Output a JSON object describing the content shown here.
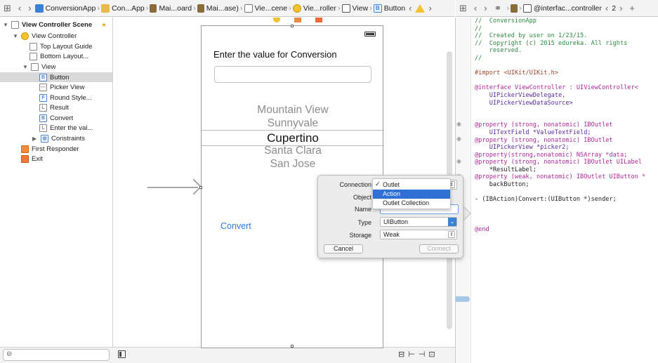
{
  "jumpbar": {
    "crumbs": [
      "ConversionApp",
      "Con...App",
      "Mai...oard",
      "Mai...ase)",
      "Vie...cene",
      "Vie...roller",
      "View",
      "Button"
    ]
  },
  "jumpbar2": {
    "crumb": "@interfac...controller",
    "counter": "2"
  },
  "outline": {
    "scene_title": "View Controller Scene",
    "items": [
      "View Controller",
      "Top Layout Guide",
      "Bottom Layout...",
      "View",
      "Button",
      "Picker View",
      "Round Style...",
      "Result",
      "Convert",
      "Enter the val...",
      "Constraints",
      "First Responder",
      "Exit"
    ],
    "icon_letters": [
      "B",
      "F",
      "L",
      "B",
      "L"
    ]
  },
  "scene": {
    "label": "Enter the value for Conversion",
    "picker": [
      "Mountain View",
      "Sunnyvale",
      "Cupertino",
      "Santa Clara",
      "San Jose"
    ],
    "convert_button": "Convert"
  },
  "popover": {
    "labels": {
      "connection": "Connection",
      "object": "Object",
      "name": "Name",
      "type": "Type",
      "storage": "Storage"
    },
    "type_value": "UIButton",
    "storage_value": "Weak",
    "cancel": "Cancel",
    "connect": "Connect",
    "menu": {
      "check": "✓",
      "items": [
        "Outlet",
        "Action",
        "Outlet Collection"
      ]
    }
  },
  "code": {
    "lines": [
      [
        "c-comment",
        "//  ConversionApp"
      ],
      [
        "c-comment",
        "//"
      ],
      [
        "c-comment",
        "//  Created by user on 1/23/15."
      ],
      [
        "c-comment",
        "//  Copyright (c) 2015 edureka. All rights"
      ],
      [
        "c-comment",
        "    reserved."
      ],
      [
        "c-comment",
        "//"
      ],
      [
        "c-plain",
        ""
      ],
      [
        "c-pre",
        "#import <UIKit/UIKit.h>"
      ],
      [
        "c-plain",
        ""
      ],
      [
        "c-kw",
        "@interface ViewController : UIViewController<"
      ],
      [
        "c-type",
        "    UIPickerViewDelegate,"
      ],
      [
        "c-type",
        "    UIPickerViewDataSource>"
      ],
      [
        "c-plain",
        ""
      ],
      [
        "c-plain",
        ""
      ],
      [
        "c-kw",
        "@property (strong, nonatomic) IBOutlet"
      ],
      [
        "c-type",
        "    UITextField *ValueTextField;"
      ],
      [
        "c-kw",
        "@property (strong, nonatomic) IBOutlet"
      ],
      [
        "c-type",
        "    UIPickerView *picker2;"
      ],
      [
        "c-kw",
        "@property(strong,nonatomic) NSArray *data;"
      ],
      [
        "c-kw",
        "@property (strong, nonatomic) IBOutlet UILabel"
      ],
      [
        "c-plain",
        "    *ResultLabel;"
      ],
      [
        "c-kw",
        "@property (weak, nonatomic) IBOutlet UIButton *"
      ],
      [
        "c-plain",
        "    backButton;"
      ],
      [
        "c-plain",
        ""
      ],
      [
        "c-plain",
        "- (IBAction)Convert:(UIButton *)sender;"
      ],
      [
        "c-plain",
        ""
      ],
      [
        "c-plain",
        ""
      ],
      [
        "c-plain",
        ""
      ],
      [
        "c-kw",
        "@end"
      ]
    ]
  }
}
